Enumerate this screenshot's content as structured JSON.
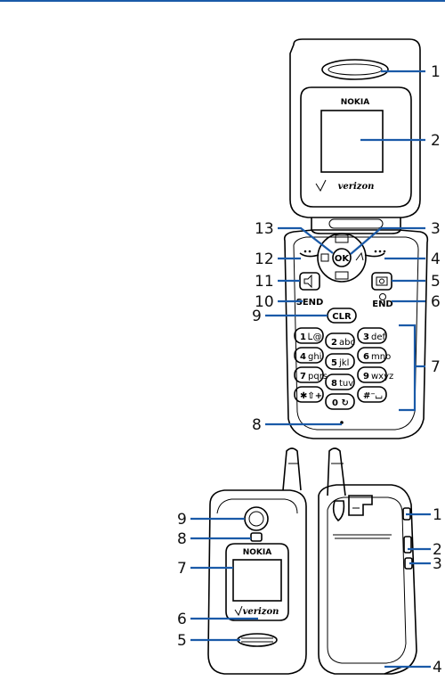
{
  "front": {
    "brand": "NOKIA",
    "carrier": "verizon",
    "keys": {
      "clr": "CLR",
      "ok": "OK",
      "send": "SEND",
      "end": "END",
      "k1": "1",
      "k1s": "Ꮮ@",
      "k2": "2",
      "k2s": "abc",
      "k3": "3",
      "k3s": "def",
      "k4": "4",
      "k4s": "ghi",
      "k5": "5",
      "k5s": "jkl",
      "k6": "6",
      "k6s": "mno",
      "k7": "7",
      "k7s": "pqrs",
      "k8": "8",
      "k8s": "tuv",
      "k9": "9",
      "k9s": "wxyz",
      "kstar": "✱⇧+",
      "k0": "0 ↻",
      "khash": "#⁻⌴"
    },
    "callouts": [
      "1",
      "2",
      "3",
      "4",
      "5",
      "6",
      "7",
      "8",
      "9",
      "10",
      "11",
      "12",
      "13"
    ]
  },
  "closed": {
    "brand": "NOKIA",
    "carrier": "verizon",
    "callouts": [
      "9",
      "8",
      "7",
      "6",
      "5"
    ]
  },
  "side": {
    "callouts": [
      "1",
      "2",
      "3",
      "4"
    ]
  },
  "colors": {
    "leader": "#1a5aa8",
    "outline": "#000000",
    "rule": "#1a5aa8"
  }
}
